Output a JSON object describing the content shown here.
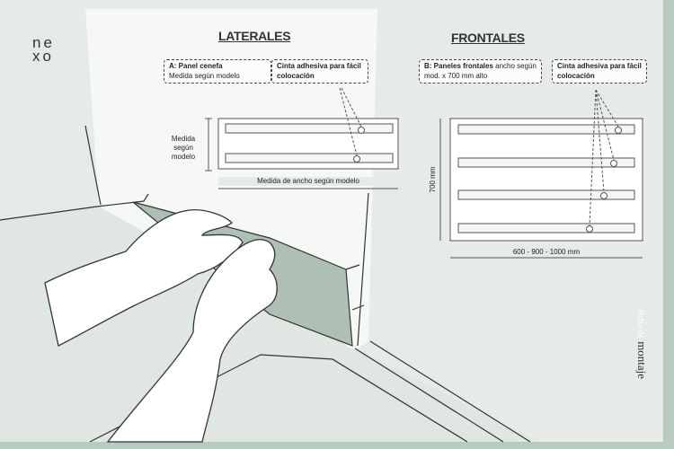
{
  "brand": {
    "logo_top": "ne",
    "logo_bottom": "xo"
  },
  "laterales": {
    "title": "LATERALES",
    "panel_label_bold": "A: Panel cenefa",
    "panel_label_rest": "Medida según modelo",
    "tape_label": "Cinta adhesiva para fácil colocación",
    "height_label": "Medida según modelo",
    "width_label": "Medida de ancho según modelo",
    "strip_count": 2
  },
  "frontales": {
    "title": "FRONTALES",
    "panel_label_bold": "B: Paneles frontales",
    "panel_label_rest": "ancho según mod. x 700 mm alto",
    "tape_label": "Cinta adhesiva para fácil colocación",
    "height_label": "700 mm",
    "width_label": "600 - 900 - 1000 mm",
    "strip_count": 4
  },
  "footer": {
    "ficha_light": "ficha de",
    "ficha_dark": "montaje"
  },
  "colors": {
    "background": "#e6ebe7",
    "border": "#b8cbc1",
    "panel": "#aebfb5"
  }
}
